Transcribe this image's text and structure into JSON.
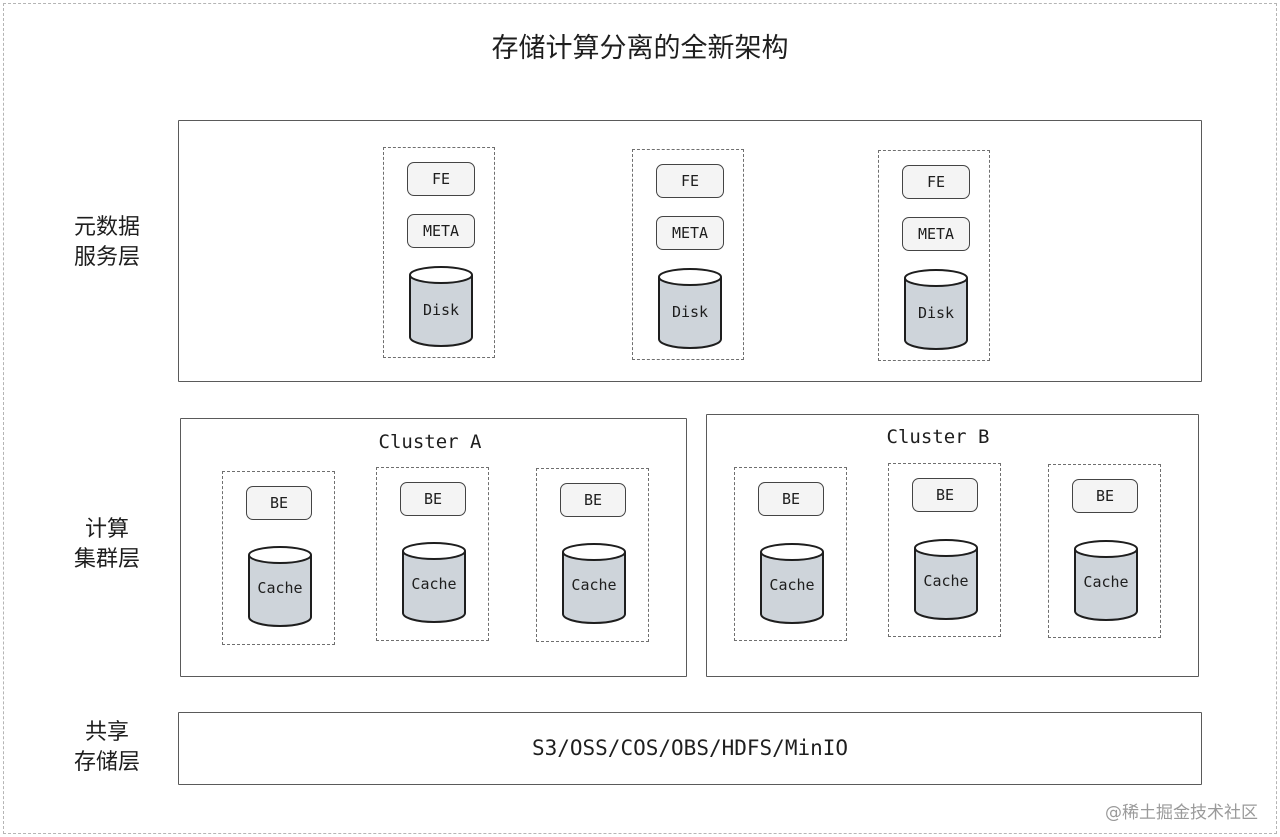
{
  "title": "存储计算分离的全新架构",
  "layers": {
    "meta": [
      "元数据",
      "服务层"
    ],
    "compute": [
      "计算",
      "集群层"
    ],
    "storage": [
      "共享",
      "存储层"
    ]
  },
  "meta_nodes": [
    {
      "fe": "FE",
      "meta": "META",
      "disk": "Disk"
    },
    {
      "fe": "FE",
      "meta": "META",
      "disk": "Disk"
    },
    {
      "fe": "FE",
      "meta": "META",
      "disk": "Disk"
    }
  ],
  "clusters": [
    {
      "name": "Cluster A",
      "nodes": [
        {
          "be": "BE",
          "cache": "Cache"
        },
        {
          "be": "BE",
          "cache": "Cache"
        },
        {
          "be": "BE",
          "cache": "Cache"
        }
      ]
    },
    {
      "name": "Cluster B",
      "nodes": [
        {
          "be": "BE",
          "cache": "Cache"
        },
        {
          "be": "BE",
          "cache": "Cache"
        },
        {
          "be": "BE",
          "cache": "Cache"
        }
      ]
    }
  ],
  "storage_backends": "S3/OSS/COS/OBS/HDFS/MinIO",
  "watermark": "@稀土掘金技术社区",
  "colors": {
    "cylinder_fill": "#ced4da",
    "stroke": "#1e1e1e",
    "pill_fill": "#f4f4f4"
  }
}
